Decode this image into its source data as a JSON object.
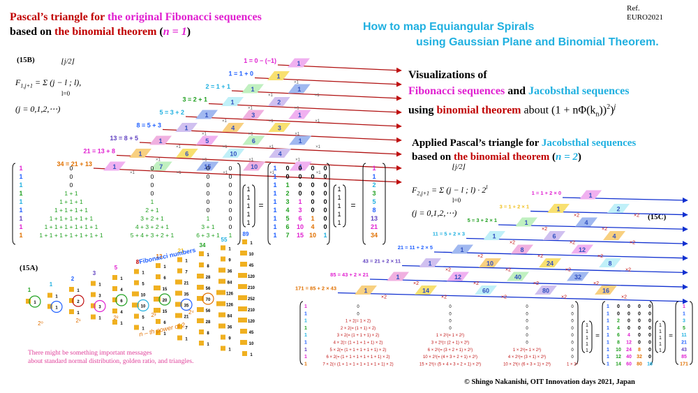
{
  "title15": {
    "line1_a": "Pascal’s triangle  for ",
    "line1_b": "the original  Fibonacci sequences",
    "line2_a": "based on ",
    "line2_b": "the binomial  theorem",
    "line2_c": " (",
    "line2_n": "n = 1",
    "line2_d": ")"
  },
  "ref": {
    "line1": "Ref.",
    "line2": "EURO2021"
  },
  "howto": {
    "line1_a": "How to map ",
    "line1_b": "Equiangular Spirals",
    "line2_a": "using Gaussian Plane ",
    "line2_b": "and Binomial Theorem."
  },
  "viz": {
    "line1": "Visualizations of",
    "line2_a": "Fibonacci sequences",
    "line2_b": " and ",
    "line2_c": "Jacobsthal sequences",
    "line3_a": "using ",
    "line3_b": "binomial theorem",
    "line3_c": " about (1 + nΦ(k",
    "line3_d": "n",
    "line3_e": "))",
    "line3_f": "2",
    "line3_g": ")",
    "line3_h": "j"
  },
  "applied": {
    "line1_a": "Applied  Pascal’s triangle  for ",
    "line1_b": "Jacobsthal sequences",
    "line2_a": "based on ",
    "line2_b": "the binomial  theorem",
    "line2_c": " (",
    "line2_n": "n = 2",
    "line2_d": ")"
  },
  "labels": {
    "l15B": "(15B)",
    "l15A": "(15A)",
    "l15C": "(15C)"
  },
  "formula1": {
    "lhs": "F",
    "sub": "1,j+1",
    "eq": " = Σ (j − l ; l),",
    "range": "(j = 0,1,2,⋯)"
  },
  "formula2": {
    "lhs": "F",
    "sub": "2,j+1",
    "eq": " = Σ (j − l ; l) · 2",
    "sup": "l",
    "range": "(j = 0,1,2,⋯)"
  },
  "triangle1": {
    "row_labels": [
      "1 = 0 − (−1)",
      "1 = 1 + 0",
      "2 = 1 + 1",
      "3 = 2 + 1",
      "5 = 3 + 2",
      "8 = 5 + 3",
      "13 = 8 + 5",
      "21 = 13 + 8",
      "34 = 21 + 13"
    ],
    "row_colors": [
      "#e020d0",
      "#2060ff",
      "#20b0e0",
      "#20a020",
      "#20b0e0",
      "#2060ff",
      "#6040c0",
      "#e020d0",
      "#e07000"
    ],
    "cells": [
      [
        "1"
      ],
      [
        "1"
      ],
      [
        "1",
        "1"
      ],
      [
        "1",
        "2"
      ],
      [
        "1",
        "3",
        "1"
      ],
      [
        "1",
        "4",
        "3"
      ],
      [
        "1",
        "5",
        "6",
        "1"
      ],
      [
        "1",
        "6",
        "10",
        "4"
      ],
      [
        "1",
        "7",
        "15",
        "10",
        "1"
      ]
    ],
    "cell_colors": [
      "#f0b0f0",
      "#f8e070",
      "#c0f0c0",
      "#c0f0f8",
      "#a0b8f0",
      "#d0c0f0",
      "#f0b0e0",
      "#f8d080"
    ],
    "mult": "×1"
  },
  "triangle2": {
    "row_labels": [
      "1 = 1 + 2 × 0",
      "3 = 1 + 2 × 1",
      "5 = 3 + 2 × 1",
      "11 = 5 + 2 × 3",
      "21 = 11 + 2 × 5",
      "43 = 21 + 2 × 11",
      "85 = 43 + 2 × 21",
      "171 = 85 + 2 × 43"
    ],
    "row_colors": [
      "#e020d0",
      "#f0c020",
      "#20a020",
      "#20b0e0",
      "#2060ff",
      "#6040c0",
      "#e020d0",
      "#e07000"
    ],
    "cells": [
      [
        "1"
      ],
      [
        "1",
        "2"
      ],
      [
        "1",
        "4"
      ],
      [
        "1",
        "6",
        "4"
      ],
      [
        "1",
        "8",
        "12"
      ],
      [
        "1",
        "10",
        "24",
        "8"
      ],
      [
        "1",
        "12",
        "40",
        "32"
      ],
      [
        "1",
        "14",
        "60",
        "80",
        "16"
      ]
    ],
    "mult": "×2"
  },
  "matrix1": {
    "col0": [
      "1",
      "1",
      "1",
      "1",
      "1",
      "1",
      "1",
      "1",
      "1"
    ],
    "col1": [
      "0",
      "0",
      "1",
      "1",
      "1 + 1",
      "1 + 1 + 1",
      "1 + 1 + 1 + 1",
      "1 + 1 + 1 + 1 + 1",
      "1 + 1 + 1 + 1 + 1 + 1"
    ],
    "col1b": [
      "0",
      "0",
      "0",
      "1 + 1",
      "1 + 1 + 1",
      "1 + 1 + 1 + 1",
      "1 + 1 + 1 + 1 + 1",
      "1 + 1 + 1 + 1 + 1 + 1",
      "1 + 1 + 1 + 1 + 1 + 1 + 1"
    ],
    "col2": [
      "0",
      "0",
      "0",
      "0",
      "1",
      "2 + 1",
      "3 + 2 + 1",
      "4 + 3 + 2 + 1",
      "5 + 4 + 3 + 2 + 1"
    ],
    "col3": [
      "0",
      "0",
      "0",
      "0",
      "0",
      "0",
      "1",
      "3 + 1",
      "6 + 3 + 1"
    ],
    "col4": [
      "0",
      "0",
      "0",
      "0",
      "0",
      "0",
      "0",
      "0",
      "1"
    ],
    "ones": [
      "1",
      "1",
      "1",
      "1",
      "1"
    ],
    "eq": "=",
    "pascal": [
      [
        "1",
        "0",
        "0",
        "0",
        "0"
      ],
      [
        "1",
        "0",
        "0",
        "0",
        "0"
      ],
      [
        "1",
        "1",
        "0",
        "0",
        "0"
      ],
      [
        "1",
        "2",
        "0",
        "0",
        "0"
      ],
      [
        "1",
        "3",
        "1",
        "0",
        "0"
      ],
      [
        "1",
        "4",
        "3",
        "0",
        "0"
      ],
      [
        "1",
        "5",
        "6",
        "1",
        "0"
      ],
      [
        "1",
        "6",
        "10",
        "4",
        "0"
      ],
      [
        "1",
        "7",
        "15",
        "10",
        "1"
      ]
    ],
    "result": [
      "1",
      "1",
      "2",
      "3",
      "5",
      "8",
      "13",
      "21",
      "34"
    ]
  },
  "matrix2": {
    "col0": [
      "1",
      "1",
      "1",
      "1",
      "1",
      "1",
      "1",
      "1"
    ],
    "col1": [
      "0",
      "0",
      "1 × 2(= 1 × 2)",
      "2 × 2(= (1 + 1) × 2)",
      "3 × 2(= (1 + 1 + 1) × 2)",
      "4 × 2(= (1 + 1 + 1 + 1) × 2)",
      "5 × 2(= (1 + 1 + 1 + 1 + 1) × 2)",
      "6 × 2(= (1 + 1 + 1 + 1 + 1 + 1) × 2)",
      "7 × 2(= (1 + 1 + 1 + 1 + 1 + 1 + 1) × 2)"
    ],
    "col2": [
      "0",
      "0",
      "0",
      "0",
      "1 × 2²(= 1 × 2²)",
      "3 × 2²(= (2 + 1) × 2²)",
      "6 × 2²(= (3 + 2 + 1) × 2²)",
      "10 × 2²(= (4 + 3 + 2 + 1) × 2²)",
      "15 × 2²(= (5 + 4 + 3 + 2 + 1) × 2²)"
    ],
    "col3": [
      "0",
      "0",
      "0",
      "0",
      "0",
      "0",
      "1 × 2³(= 1 × 2³)",
      "4 × 2³(= (3 + 1) × 2³)",
      "10 × 2³(= (6 + 3 + 1) × 2³)"
    ],
    "col4": [
      "0",
      "0",
      "0",
      "0",
      "0",
      "0",
      "0",
      "0",
      "1 × 2⁴"
    ],
    "ones": [
      "1",
      "1",
      "1",
      "1",
      "1"
    ],
    "eq": "=",
    "pascal": [
      [
        "1",
        "0",
        "0",
        "0",
        "0"
      ],
      [
        "1",
        "0",
        "0",
        "0",
        "0"
      ],
      [
        "1",
        "2",
        "0",
        "0",
        "0"
      ],
      [
        "1",
        "4",
        "0",
        "0",
        "0"
      ],
      [
        "1",
        "6",
        "4",
        "0",
        "0"
      ],
      [
        "1",
        "8",
        "12",
        "0",
        "0"
      ],
      [
        "1",
        "10",
        "24",
        "8",
        "0"
      ],
      [
        "1",
        "12",
        "40",
        "32",
        "0"
      ],
      [
        "1",
        "14",
        "60",
        "80",
        "16"
      ]
    ],
    "result": [
      "1",
      "1",
      "3",
      "5",
      "11",
      "21",
      "43",
      "85",
      "171"
    ]
  },
  "fan15A": {
    "fib": [
      "1",
      "1",
      "2",
      "3",
      "5",
      "8",
      "13",
      "21",
      "34",
      "55",
      "89"
    ],
    "fib_colors": [
      "#20a020",
      "#20b0e0",
      "#2060ff",
      "#6040c0",
      "#e020d0",
      "#c00000",
      "#e07000",
      "#f0c020",
      "#20a020",
      "#20b0e0",
      "#2060ff"
    ],
    "fib_label": "Fibonacci numbers",
    "powers": [
      "2⁰",
      "2¹",
      "2²",
      "2³",
      "2⁴"
    ],
    "nth_power": "n – th power of 2",
    "cols": [
      [
        "1"
      ],
      [
        "1",
        "1"
      ],
      [
        "1",
        "2",
        "1"
      ],
      [
        "1",
        "3",
        "3",
        "1"
      ],
      [
        "1",
        "4",
        "6",
        "4",
        "1"
      ],
      [
        "1",
        "5",
        "10",
        "10",
        "5",
        "1"
      ],
      [
        "1",
        "6",
        "15",
        "20",
        "15",
        "6",
        "1"
      ],
      [
        "1",
        "7",
        "21",
        "35",
        "35",
        "21",
        "7",
        "1"
      ],
      [
        "1",
        "8",
        "28",
        "56",
        "70",
        "56",
        "28",
        "8",
        "1"
      ],
      [
        "1",
        "9",
        "36",
        "84",
        "126",
        "126",
        "84",
        "36",
        "9",
        "1"
      ],
      [
        "1",
        "10",
        "45",
        "120",
        "210",
        "252",
        "210",
        "120",
        "45",
        "10",
        "1"
      ]
    ]
  },
  "message": {
    "line1": "There might be something important messages",
    "line2": "about standard normal distribution, golden ratio, and triangles."
  },
  "copyright": "© Shingo Nakanishi, OIT Innovation  days 2021, Japan"
}
